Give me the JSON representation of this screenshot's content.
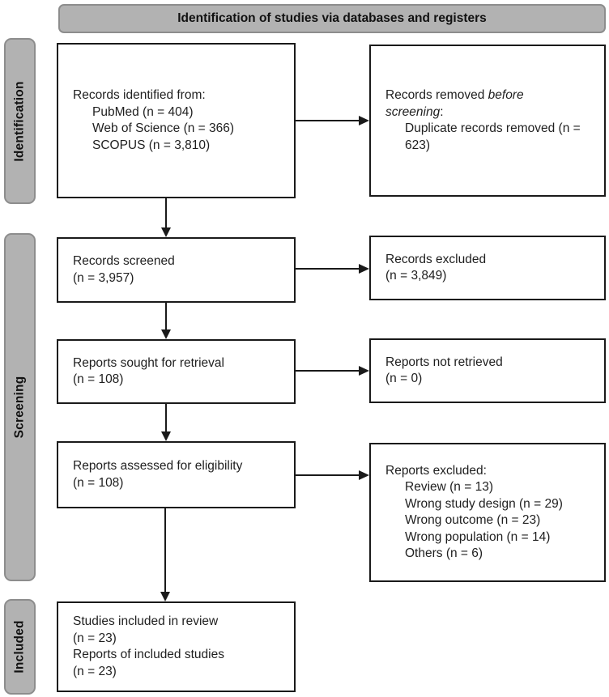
{
  "title": "Identification of studies via databases and registers",
  "stages": {
    "identification": "Identification",
    "screening": "Screening",
    "included": "Included"
  },
  "boxes": {
    "identified": {
      "intro": "Records identified from:",
      "items": [
        "PubMed (n = 404)",
        "Web of Science (n = 366)",
        "SCOPUS (n = 3,810)"
      ]
    },
    "removed": {
      "prefix": "Records removed ",
      "italic": "before screening",
      "suffix": ":",
      "items": [
        "Duplicate records removed (n = 623)"
      ]
    },
    "screened": {
      "line1": "Records screened",
      "line2": "(n = 3,957)"
    },
    "records_excluded": {
      "line1": "Records excluded",
      "line2": "(n = 3,849)"
    },
    "sought": {
      "line1": "Reports sought for retrieval",
      "line2": "(n = 108)"
    },
    "not_retrieved": {
      "line1": "Reports not retrieved",
      "line2": "(n = 0)"
    },
    "assessed": {
      "line1": "Reports assessed for eligibility",
      "line2": "(n = 108)"
    },
    "reports_excluded": {
      "intro": "Reports excluded:",
      "items": [
        "Review (n = 13)",
        "Wrong study design (n = 29)",
        "Wrong outcome (n = 23)",
        "Wrong population (n = 14)",
        "Others (n = 6)"
      ]
    },
    "included": {
      "lines": [
        "Studies included in review",
        "(n = 23)",
        "Reports of included studies",
        "(n = 23)"
      ]
    }
  },
  "colors": {
    "band_fill": "#b2b2b2",
    "band_border": "#8d8d8d",
    "box_border": "#1a1a1a",
    "arrow": "#1a1a1a",
    "background": "#ffffff"
  }
}
